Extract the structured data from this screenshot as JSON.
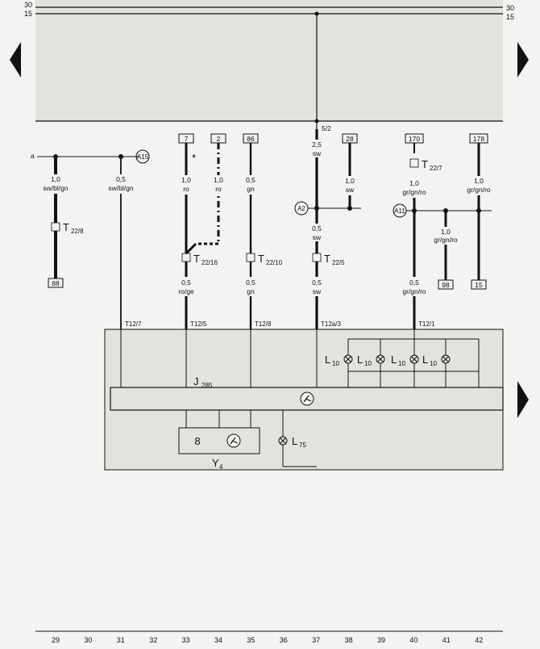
{
  "rails": [
    "30",
    "15"
  ],
  "top_branch": "5/2",
  "wire_a_label": "a",
  "ground_refs": {
    "a15": "A15",
    "a2": "A2",
    "a11": "A11"
  },
  "top_boxes": {
    "b7": "7",
    "b2": "2",
    "b86": "86",
    "b28": "28",
    "b170": "170",
    "b178": "178"
  },
  "bottom_boxes": {
    "b88": "88",
    "b98": "98",
    "b15": "15"
  },
  "asterisk": "*",
  "wires": {
    "w30": {
      "size": "1,0",
      "color": "sw/bl/gn"
    },
    "w31": {
      "size": "0,5",
      "color": "sw/bl/gn"
    },
    "w33a": {
      "size": "1,0",
      "color": "ro"
    },
    "w34": {
      "size": "1,0",
      "color": "ro"
    },
    "w35a": {
      "size": "0,5",
      "color": "gn"
    },
    "w37a": {
      "size": "2,5",
      "color": "sw"
    },
    "w38": {
      "size": "1,0",
      "color": "sw"
    },
    "w40a": {
      "size": "1,0",
      "color": "gr/gn/ro"
    },
    "w42": {
      "size": "1,0",
      "color": "gr/gn/ro"
    },
    "w37b": {
      "size": "0,5",
      "color": "sw"
    },
    "w41": {
      "size": "1,0",
      "color": "gr/gn/ro"
    },
    "w33b": {
      "size": "0,5",
      "color": "ro/ge"
    },
    "w35b": {
      "size": "0,5",
      "color": "gn"
    },
    "w37c": {
      "size": "0,5",
      "color": "sw"
    },
    "w40b": {
      "size": "0,5",
      "color": "gr/gn/ro"
    }
  },
  "connectors": {
    "t22_8": {
      "main": "T",
      "sub": "22/8"
    },
    "t22_16": {
      "main": "T",
      "sub": "22/16"
    },
    "t22_10": {
      "main": "T",
      "sub": "22/10"
    },
    "t22_5": {
      "main": "T",
      "sub": "22/5"
    },
    "t22_7": {
      "main": "T",
      "sub": "22/7"
    }
  },
  "pins": [
    "T12/7",
    "T12/5",
    "T12/8",
    "T12a/3",
    "T12/1"
  ],
  "control_unit": {
    "main": "J",
    "sub": "285"
  },
  "lamp_l10": {
    "main": "L",
    "sub": "10"
  },
  "lamp_l75": {
    "main": "L",
    "sub": "75"
  },
  "display": {
    "main": "Y",
    "sub": "4",
    "digit": "8"
  },
  "columns": [
    "29",
    "30",
    "31",
    "32",
    "33",
    "34",
    "35",
    "36",
    "37",
    "38",
    "39",
    "40",
    "41",
    "42"
  ]
}
